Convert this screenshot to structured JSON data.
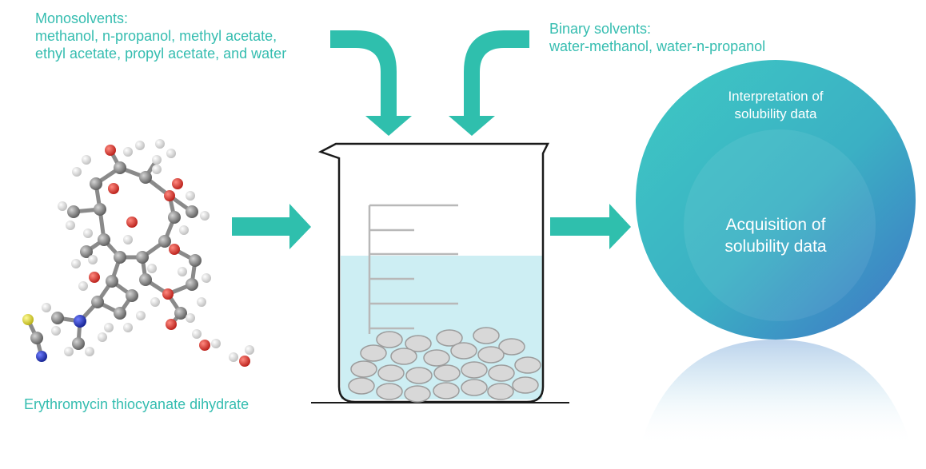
{
  "monosolvents": {
    "lines": [
      "Monosolvents:",
      "methanol, n-propanol, methyl acetate,",
      "ethyl acetate, propyl acetate, and water"
    ]
  },
  "binary": {
    "lines": [
      "Binary solvents:",
      "water-methanol, water-n-propanol"
    ]
  },
  "molecule": {
    "label": "Erythromycin thiocyanate dihydrate"
  },
  "circle": {
    "top_text": [
      "Interpretation of",
      "solubility data"
    ],
    "center_text": [
      "Acquisition of",
      "solubility data"
    ]
  },
  "colors": {
    "text_teal": "#35bdb0",
    "arrow_teal": "#2fbfad",
    "liquid": "#cdeef3",
    "circle_start": "#3ec5c2",
    "circle_end": "#3e7ec8",
    "atom_carbon": "#7a7a7a",
    "atom_oxygen": "#e0302a",
    "atom_hydrogen": "#f2f2f2",
    "atom_nitrogen": "#1f2fbf",
    "atom_sulfur": "#e6e023"
  }
}
